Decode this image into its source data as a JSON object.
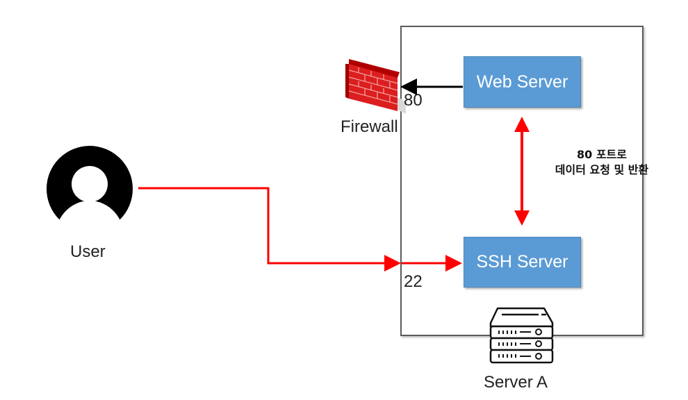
{
  "diagram": {
    "user": {
      "label": "User",
      "icon": "user-avatar-icon"
    },
    "firewall": {
      "label": "Firewall",
      "icon": "brick-firewall-icon"
    },
    "server_host": {
      "label": "Server A",
      "icon": "server-rack-icon"
    },
    "services": [
      {
        "id": "web",
        "label": "Web Server"
      },
      {
        "id": "ssh",
        "label": "SSH Server"
      }
    ],
    "ports": {
      "web_port": "80",
      "ssh_port": "22"
    },
    "annotation": {
      "line1": "80 포트로",
      "line2": "데이터 요청 및 반환"
    },
    "colors": {
      "service_box": "#5b9bd5",
      "ssh_connection": "#ff0000",
      "web_connection": "#000000",
      "internal_link": "#ff0000",
      "frame_border": "#5a5a5a"
    }
  }
}
